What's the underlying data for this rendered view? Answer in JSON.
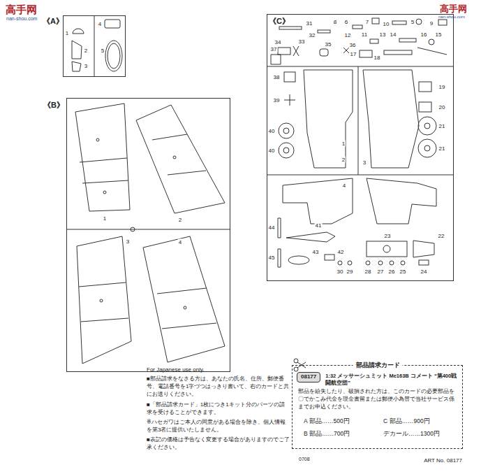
{
  "diagram": {
    "nodes": [
      {
        "text": [
          "《A》"
        ]
      },
      {
        "text": [
          "《B》"
        ]
      },
      {
        "text": [
          "《C》"
        ]
      },
      {
        "text": [
          "部品請求カード",
          "1:32 メッサーシュミット Me163B コメート “第400戦闘航空団”",
          "部品を紛失したり、破損された方は、このカードの必要部品を〇でかこみ代金を現金書留または郵便小為替で当社サービス係までお申込ください。",
          "A 部品……500円",
          "C 部品……900円",
          "B 部品……700円",
          "デカール……1300円"
        ]
      },
      {
        "text": [
          "08177"
        ],
        "in": 3
      }
    ],
    "labels": [
      "高手网",
      "nan-shou.com",
      "高手网",
      "nan-shou.com",
      "1",
      "2",
      "3",
      "4",
      "5",
      "1",
      "2",
      "3",
      "4",
      "31",
      "32",
      "34",
      "33",
      "35",
      "36",
      "8",
      "6",
      "7",
      "10",
      "5",
      "9",
      "12",
      "11",
      "13",
      "14",
      "16",
      "15",
      "17",
      "18",
      "19",
      "20",
      "21",
      "21",
      "37",
      "38",
      "39",
      "40",
      "40",
      "1",
      "2",
      "3",
      "4",
      "44",
      "41",
      "45",
      "43",
      "42",
      "23",
      "22",
      "30",
      "29",
      "28",
      "27",
      "26",
      "25",
      "24",
      "For Japanese use only.",
      "■部品請求をなさる方は、あなたの氏名、住所、郵便番号、電話番号を1字づつはっきり書いて、右のカードと共にお送りください。",
      "■「部品請求カード」1枚につき1キット分のパーツの請求を受けることができます。",
      "※ハセガワはご本人の同意がある場合を除き、個人情報を第3者に提供いたしません。",
      "■表記の価格は予告なく変更する場合がありますのでご了承ください。",
      "0708",
      "ART No. 08177"
    ]
  }
}
